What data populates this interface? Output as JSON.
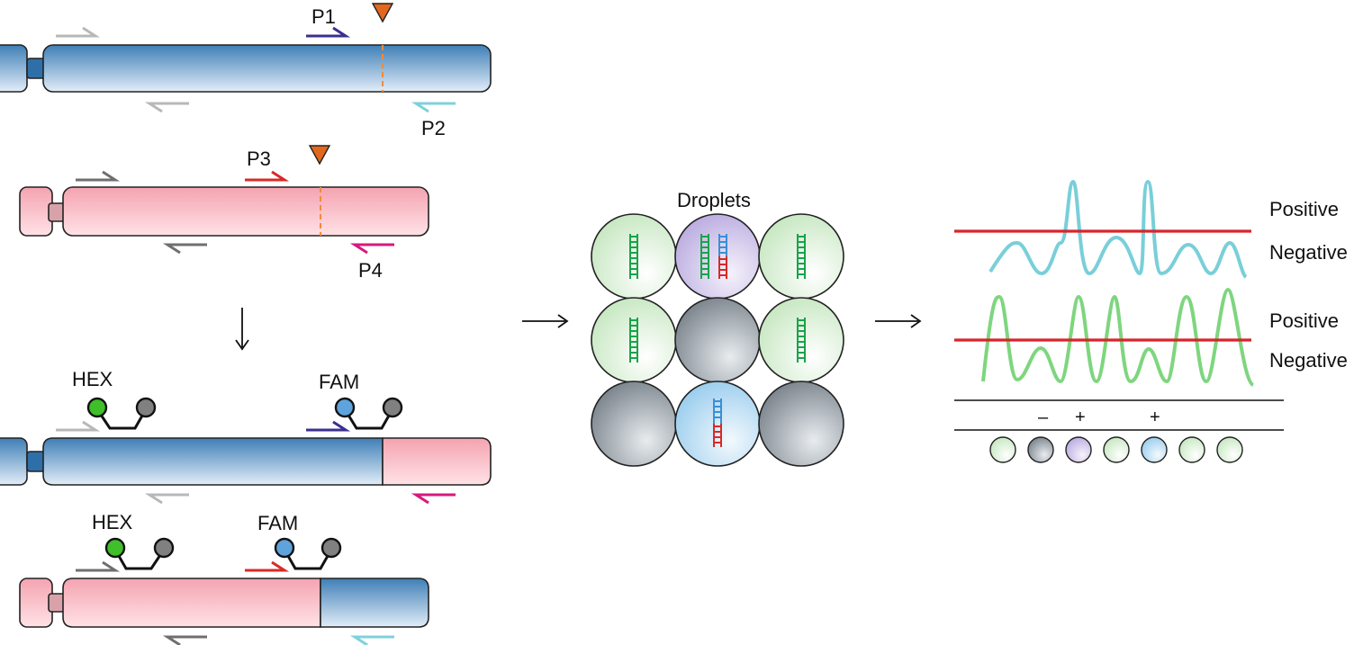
{
  "colors": {
    "blue_chrom_top": "#3f7fb6",
    "blue_chrom_bottom": "#e2edf8",
    "pink_chrom_top": "#f4a3b0",
    "pink_chrom_bottom": "#ffe2e6",
    "probe_site": "#f28a3a",
    "triangle": "#e2681e",
    "threshold_line": "#d7262b",
    "trace_fam": "#79cfd9",
    "trace_hex": "#7ed67e",
    "primer_p1": "#3b2f8f",
    "primer_p2": "#7fd0da",
    "primer_p3": "#d62b27",
    "primer_p4": "#d6197e",
    "primer_outer_light": "#b8b8b8",
    "primer_outer_dark": "#6f6f6f",
    "hex_fluor": "#3fbf2a",
    "fam_fluor": "#5ea3db",
    "quencher": "#808080",
    "droplet_green": "#dff4dc",
    "droplet_purple": "#cfc3ea",
    "droplet_blue": "#bfe0f5",
    "droplet_grey": "#9aa3ab"
  },
  "primers": {
    "p1": "P1",
    "p2": "P2",
    "p3": "P3",
    "p4": "P4"
  },
  "probes": {
    "hex": "HEX",
    "fam": "FAM"
  },
  "droplets": {
    "title": "Droplets",
    "grid": [
      [
        "green",
        "purple",
        "green"
      ],
      [
        "green",
        "grey",
        "green"
      ],
      [
        "grey",
        "blue",
        "grey"
      ]
    ]
  },
  "readout": {
    "positive_label": "Positive",
    "negative_label": "Negative",
    "signs": [
      "–",
      "+",
      "+"
    ],
    "droplet_row": [
      "green",
      "grey",
      "purple",
      "green",
      "blue",
      "green",
      "green"
    ]
  }
}
